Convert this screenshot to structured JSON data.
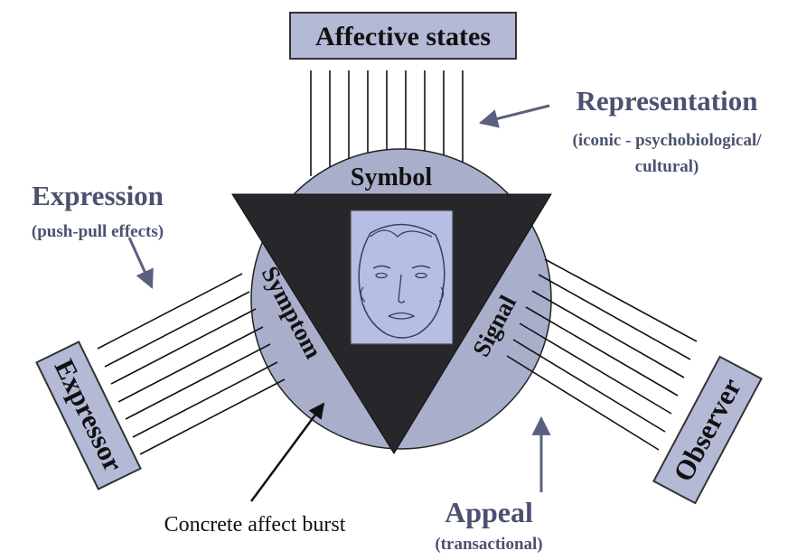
{
  "diagram": {
    "box_affective": "Affective states",
    "box_expressor": "Expressor",
    "box_observer": "Observer",
    "circle_symbol": "Symbol",
    "circle_symptom": "Symptom",
    "circle_signal": "Signal",
    "representation_title": "Representation",
    "representation_sub1": "(iconic - psychobiological/",
    "representation_sub2": "cultural)",
    "expression_title": "Expression",
    "expression_sub": "(push-pull effects)",
    "appeal_title": "Appeal",
    "appeal_sub": "(transactional)",
    "burst_label": "Concrete affect burst"
  },
  "colors": {
    "box_fill": "#b4b9d6",
    "circle_fill": "#a9aeca",
    "triangle_fill": "#26262b",
    "face_fill": "#b6bee6",
    "label_blue": "#4b5270",
    "arrow_blue": "#5a6080",
    "ink": "#111111"
  }
}
